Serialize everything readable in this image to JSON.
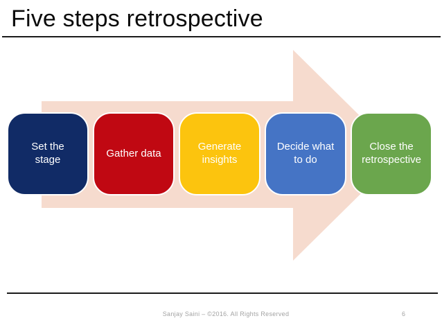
{
  "slide": {
    "title": "Five steps retrospective",
    "footer": "Sanjay Saini – ©2016. All Rights Reserved",
    "page_number": "6"
  },
  "arrow": {
    "shape": "right-arrow",
    "color": "#f6dbce"
  },
  "steps": [
    {
      "label": "Set the\nstage",
      "color": "#112b66"
    },
    {
      "label": "Gather data",
      "color": "#c00812"
    },
    {
      "label": "Generate\ninsights",
      "color": "#fcc40e"
    },
    {
      "label": "Decide what\nto do",
      "color": "#4574c5"
    },
    {
      "label": "Close the\nretrospective",
      "color": "#6ba64d"
    }
  ],
  "colors": {
    "title_text": "#0b0b0b",
    "box_text": "#ffffff",
    "footer_text": "#a3a3a3",
    "rule": "#1a1a1a"
  }
}
